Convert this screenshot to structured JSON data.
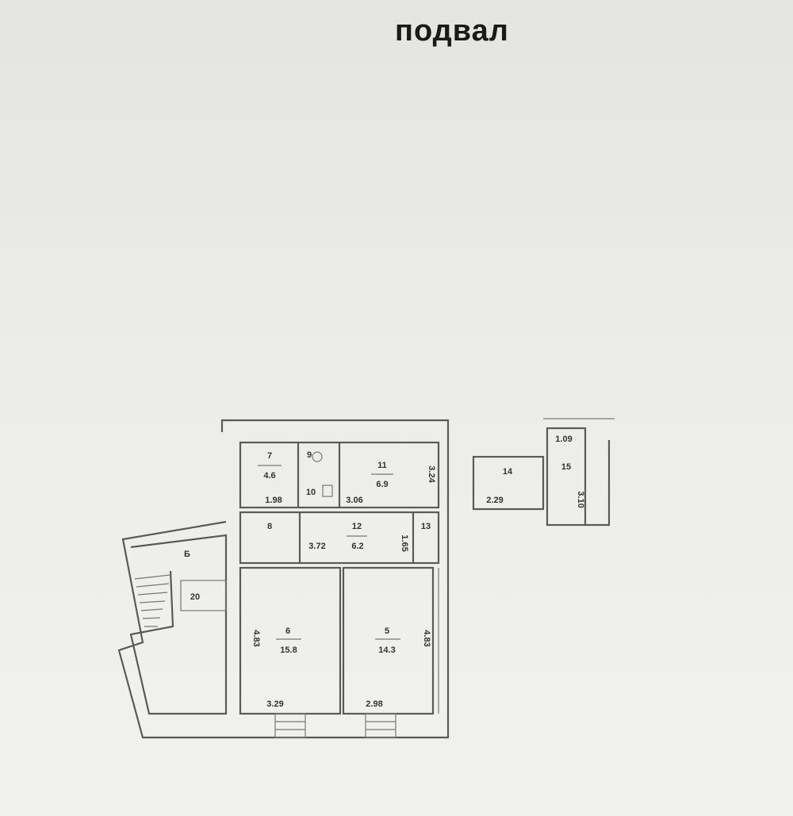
{
  "title": "подвал",
  "rooms": {
    "r7": {
      "number": "7",
      "area": "4.6"
    },
    "r9": {
      "number": "9"
    },
    "r10": {
      "number": "10"
    },
    "r11": {
      "number": "11",
      "area": "6.9"
    },
    "r8": {
      "number": "8"
    },
    "r12": {
      "number": "12",
      "area": "6.2"
    },
    "r13": {
      "number": "13"
    },
    "rB": {
      "number": "Б"
    },
    "r20": {
      "number": "20"
    },
    "r6": {
      "number": "6",
      "area": "15.8"
    },
    "r5": {
      "number": "5",
      "area": "14.3"
    },
    "r14": {
      "number": "14"
    },
    "r15": {
      "number": "15"
    }
  },
  "dimensions": {
    "d_198": "1.98",
    "d_306": "3.06",
    "d_324": "3.24",
    "d_372": "3.72",
    "d_165": "1.65",
    "d_483a": "4.83",
    "d_483b": "4.83",
    "d_329": "3.29",
    "d_298": "2.98",
    "d_229": "2.29",
    "d_109": "1.09",
    "d_310": "3.10"
  }
}
